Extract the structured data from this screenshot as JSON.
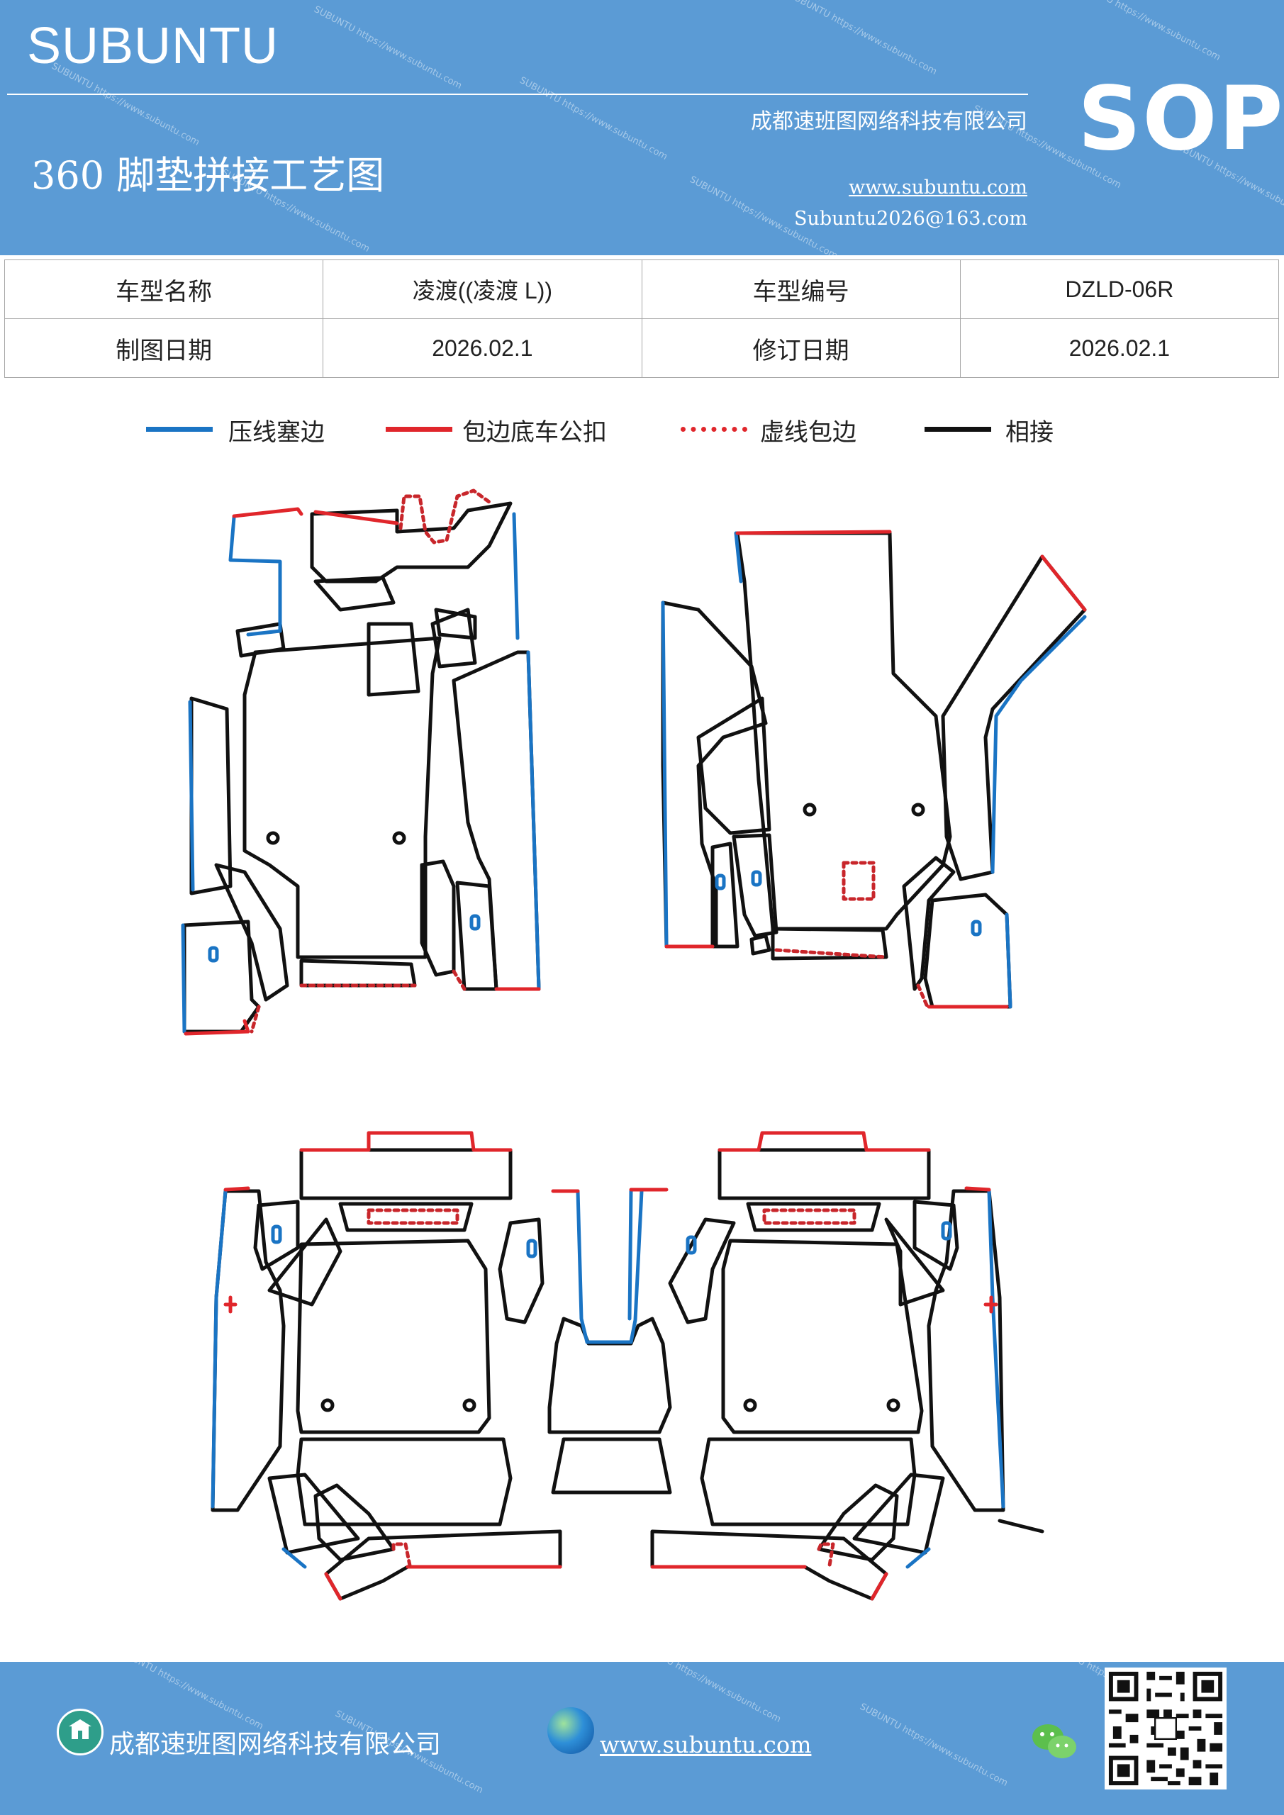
{
  "header": {
    "brand": "SUBUNTU",
    "badge": "SOP",
    "title": "360 脚垫拼接工艺图",
    "company": "成都速班图网络科技有限公司",
    "website": "www.subuntu.com",
    "email": "Subuntu2026@163.com"
  },
  "info_table": {
    "rows": [
      [
        {
          "label": "车型名称"
        },
        {
          "value": "凌渡((凌渡 L))"
        },
        {
          "label": "车型编号"
        },
        {
          "value": "DZLD-06R"
        }
      ],
      [
        {
          "label": "制图日期"
        },
        {
          "value": "2026.02.1"
        },
        {
          "label": "修订日期"
        },
        {
          "value": "2026.02.1"
        }
      ]
    ]
  },
  "legend": [
    {
      "label": "压线塞边",
      "style": "solid",
      "color": "#1a74c4"
    },
    {
      "label": "包边底车公扣",
      "style": "solid",
      "color": "#e0262b"
    },
    {
      "label": "虚线包边",
      "style": "dotted",
      "color": "#e0262b"
    },
    {
      "label": "相接",
      "style": "solid",
      "color": "#111111"
    }
  ],
  "colors": {
    "header_bg": "#5b9bd5",
    "blue_line": "#1a74c4",
    "red_line": "#e0262b",
    "black_line": "#111111"
  },
  "footer": {
    "company": "成都速班图网络科技有限公司",
    "website": "www.subuntu.com",
    "icons": [
      "building-icon",
      "globe-icon",
      "wechat-icon",
      "qr-code"
    ]
  }
}
